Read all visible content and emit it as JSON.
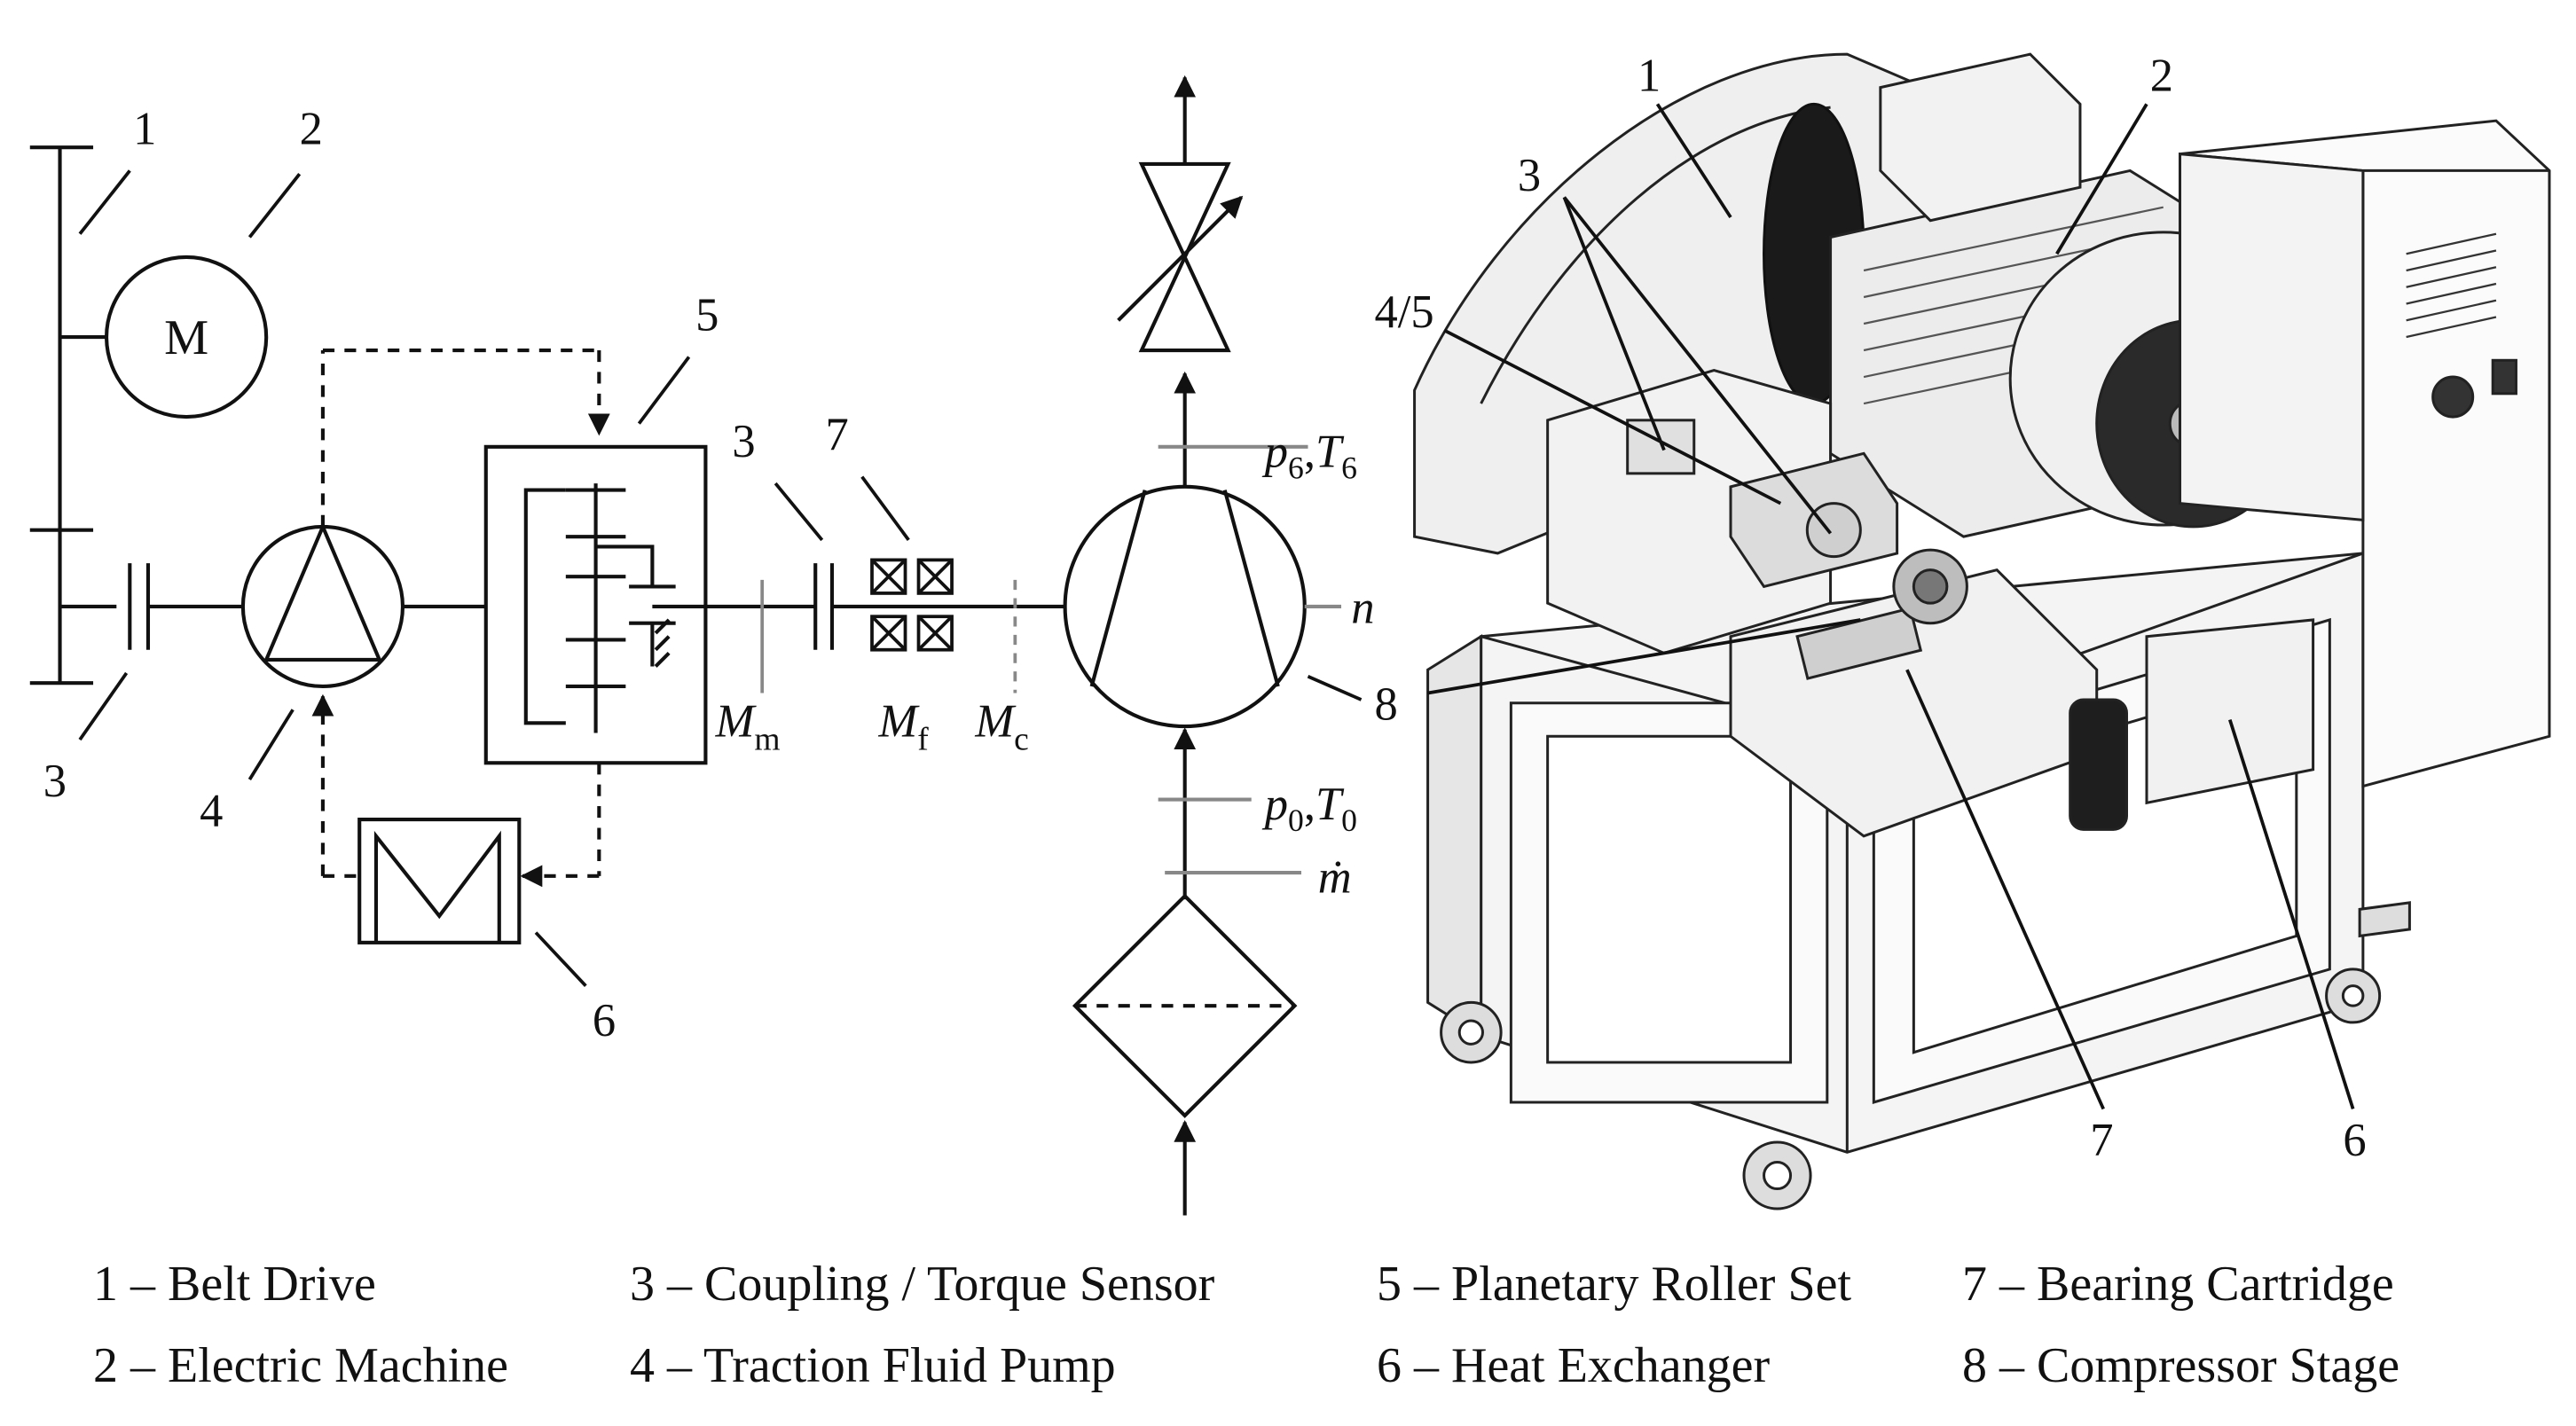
{
  "schematic": {
    "callouts": {
      "belt_drive": "1",
      "electric_machine": "2",
      "coupling_left": "3",
      "pump": "4",
      "planetary": "5",
      "heat_exchanger": "6",
      "coupling_right": "3",
      "bearing": "7",
      "compressor": "8"
    },
    "motor_symbol": "M",
    "measurements": {
      "torque_motor": {
        "symbol": "M",
        "sub": "m"
      },
      "torque_friction": {
        "symbol": "M",
        "sub": "f"
      },
      "torque_compressor": {
        "symbol": "M",
        "sub": "c"
      },
      "outlet": {
        "p": "p",
        "p_sub": "6",
        "sep": ",",
        "t": "T",
        "t_sub": "6"
      },
      "inlet": {
        "p": "p",
        "p_sub": "0",
        "sep": ",",
        "t": "T",
        "t_sub": "0"
      },
      "speed": "n",
      "mass_flow": "ṁ"
    }
  },
  "rendering": {
    "callouts": {
      "belt_drive": "1",
      "electric_machine": "2",
      "couplings": "3",
      "pump_planetary": "4/5",
      "bearing": "7",
      "heat_exchanger": "6"
    }
  },
  "legend": [
    {
      "num": "1",
      "label": "Belt Drive"
    },
    {
      "num": "2",
      "label": "Electric Machine"
    },
    {
      "num": "3",
      "label": "Coupling / Torque Sensor"
    },
    {
      "num": "4",
      "label": "Traction Fluid Pump"
    },
    {
      "num": "5",
      "label": "Planetary Roller Set"
    },
    {
      "num": "6",
      "label": "Heat Exchanger"
    },
    {
      "num": "7",
      "label": "Bearing Cartridge"
    },
    {
      "num": "8",
      "label": "Compressor Stage"
    }
  ],
  "legend_text": {
    "item_1": "1 – Belt Drive",
    "item_2": "2 – Electric Machine",
    "item_3": "3 – Coupling / Torque Sensor",
    "item_4": "4 – Traction Fluid Pump",
    "item_5": "5 – Planetary Roller Set",
    "item_6": "6 – Heat Exchanger",
    "item_7": "7 – Bearing Cartridge",
    "item_8": "8 – Compressor Stage"
  }
}
